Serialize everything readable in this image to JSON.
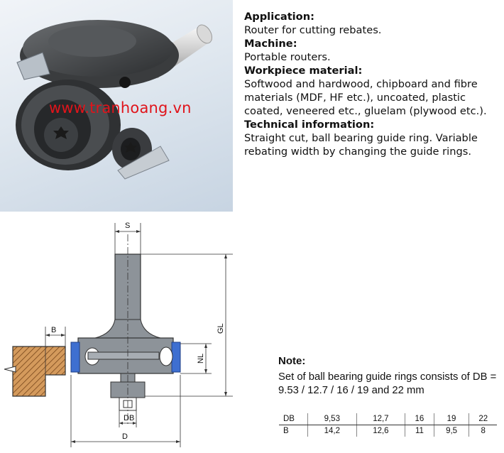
{
  "product_photo": {
    "watermark": "www.tranhoang.vn"
  },
  "specs": [
    {
      "heading": "Application:",
      "text": "Router for cutting rebates."
    },
    {
      "heading": "Machine:",
      "text": "Portable routers."
    },
    {
      "heading": "Workpiece material:",
      "text": "Softwood and hardwood, chipboard and fibre materials (MDF, HF etc.), uncoated, plastic coated, veneered etc., gluelam (plywood etc.)."
    },
    {
      "heading": "Technical information:",
      "text": "Straight cut, ball bearing guide ring. Variable rebating width by changing the guide rings."
    }
  ],
  "drawing": {
    "labels": {
      "s": "S",
      "d": "D",
      "gl": "GL",
      "nl": "NL",
      "db": "DB",
      "b": "B"
    }
  },
  "note": {
    "title": "Note:",
    "text": "Set of ball bearing guide rings consists of DB = 9.53 / 12.7 / 16 / 19 and 22 mm"
  },
  "table": {
    "rows": [
      {
        "label": "DB",
        "values": [
          "9,53",
          "12,7",
          "16",
          "19",
          "22"
        ]
      },
      {
        "label": "B",
        "values": [
          "14,2",
          "12,6",
          "11",
          "9,5",
          "8"
        ]
      }
    ]
  }
}
